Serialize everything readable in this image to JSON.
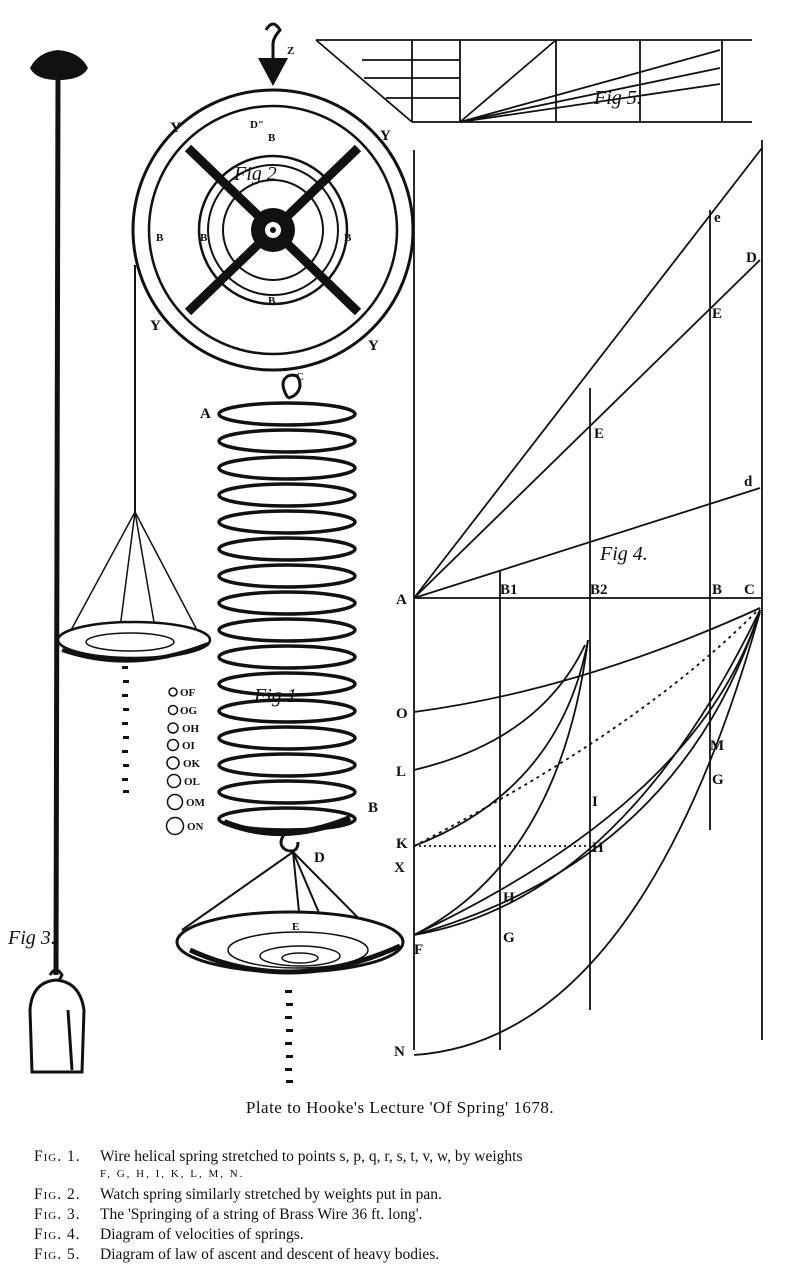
{
  "figure_labels": {
    "fig1": "Fig 1.",
    "fig2": "Fig 2",
    "fig3": "Fig 3.",
    "fig4": "Fig 4.",
    "fig5": "Fig 5."
  },
  "fig1_points": {
    "A": "A",
    "B": "B",
    "C": "C",
    "D": "D",
    "E": "E"
  },
  "fig1_weights": [
    "OF",
    "OG",
    "OH",
    "OI",
    "OK",
    "OL",
    "OM",
    "ON"
  ],
  "fig2_points": {
    "Z": "Z",
    "Y": "Y",
    "B": "B",
    "D": "D″"
  },
  "fig4_points": {
    "A": "A",
    "B1": "B1",
    "B2": "B2",
    "B": "B",
    "C": "C",
    "D": "D",
    "E": "E",
    "e": "e",
    "d": "d",
    "O": "O",
    "L": "L",
    "K": "K",
    "X": "X",
    "F": "F",
    "N": "N",
    "G": "G",
    "H": "H",
    "I": "I",
    "M": "M"
  },
  "caption": {
    "title": "Plate to Hooke's Lecture 'Of Spring' 1678.",
    "lines": [
      {
        "fig": "Fig. 1.",
        "text": "Wire helical spring stretched to points s, p, q, r, s, t, v, w, by weights"
      },
      {
        "fig": "Fig. 2.",
        "text": "Watch spring similarly stretched by weights put in pan."
      },
      {
        "fig": "Fig. 3.",
        "text": "The 'Springing of a string of Brass Wire 36 ft. long'."
      },
      {
        "fig": "Fig. 4.",
        "text": "Diagram of velocities of springs."
      },
      {
        "fig": "Fig. 5.",
        "text": "Diagram of law of ascent and descent of heavy bodies."
      }
    ],
    "weights_line": "F, G, H, I, K, L, M, N."
  }
}
